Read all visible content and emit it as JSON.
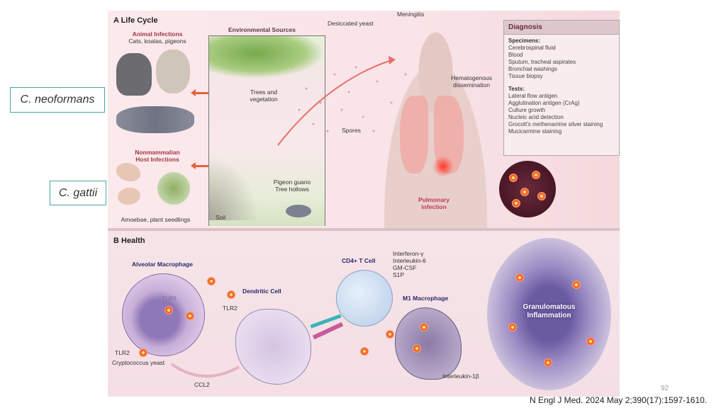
{
  "species_labels": {
    "neoformans": "C. neoformans",
    "gattii": "C. gattii"
  },
  "panel_a": {
    "title": "A  Life Cycle",
    "animal_infections": {
      "heading": "Animal Infections",
      "subtitle": "Cats, koalas, pigeons"
    },
    "nonmammalian": {
      "heading_line1": "Nonmammalian",
      "heading_line2": "Host Infections",
      "caption": "Amoebae, plant seedlings"
    },
    "environmental_sources": "Environmental Sources",
    "trees_line1": "Trees and",
    "trees_line2": "vegetation",
    "guano_line1": "Pigeon guano",
    "guano_line2": "Tree hollows",
    "soil": "Soil",
    "desiccated_yeast": "Desiccated yeast",
    "spores": "Spores",
    "meningitis": "Meningitis",
    "hematogenous_line1": "Hematogenous",
    "hematogenous_line2": "dissemination",
    "pulmonary_line1": "Pulmonary",
    "pulmonary_line2": "infection",
    "diagnosis": {
      "title": "Diagnosis",
      "specimens_label": "Specimens:",
      "specimens": [
        "Cerebrospinal fluid",
        "Blood",
        "Sputum, tracheal aspirates",
        "Bronchial washings",
        "Tissue biopsy"
      ],
      "tests_label": "Tests:",
      "tests": [
        "Lateral flow antigen",
        "Agglutination antigen (CrAg)",
        "Culture growth",
        "Nucleic acid detection",
        "Grocott's methenamine silver staining",
        "Mucicarmine staining"
      ]
    }
  },
  "panel_b": {
    "title": "B  Health",
    "alveolar_macrophage": "Alveolar Macrophage",
    "tlr9": "TLR9",
    "tlr2_a": "TLR2",
    "tlr2_b": "TLR2",
    "cryptococcus_yeast": "Cryptococcus yeast",
    "ccl2": "CCL2",
    "dendritic_cell": "Dendritic Cell",
    "cd4_t_cell": "CD4+ T Cell",
    "cytokines": [
      "Interferon-γ",
      "Interleukin-6",
      "GM-CSF",
      "S1P"
    ],
    "m1_macrophage": "M1 Macrophage",
    "interleukin_1b": "Interleukin-1β",
    "granulomatous_line1": "Granulomatous",
    "granulomatous_line2": "Inflammation"
  },
  "slide_number": "92",
  "citation": "N Engl J Med. 2024 May 2;390(17):1597-1610."
}
